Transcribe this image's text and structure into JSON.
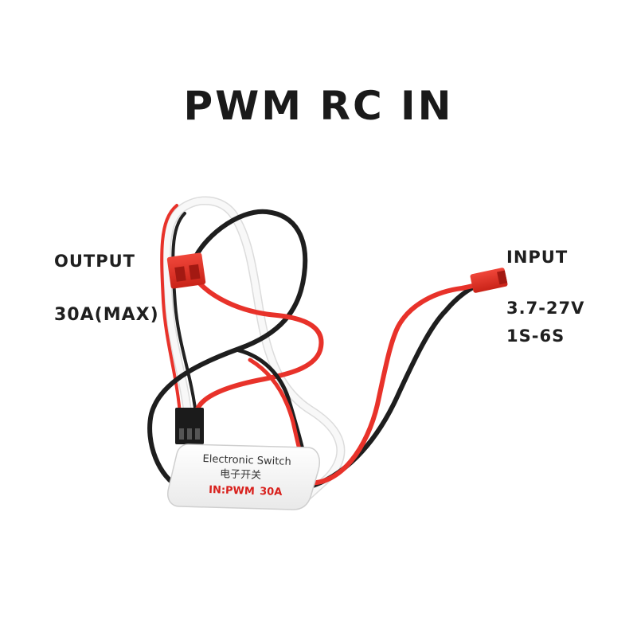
{
  "title": "PWM RC IN",
  "output": {
    "label": "OUTPUT",
    "rating": "30A(MAX)"
  },
  "input": {
    "label": "INPUT",
    "voltage": "3.7-27V",
    "cells": "1S-6S"
  },
  "module": {
    "name": "Electronic Switch",
    "name_cn": "电子开关",
    "mode": "IN:PWM",
    "current": "30A"
  },
  "colors": {
    "red_wire": "#e8322a",
    "black_wire": "#1e1e1e",
    "white_wire": "#f4f4f4",
    "connector": "#e53525",
    "module_red": "#d8201c"
  }
}
